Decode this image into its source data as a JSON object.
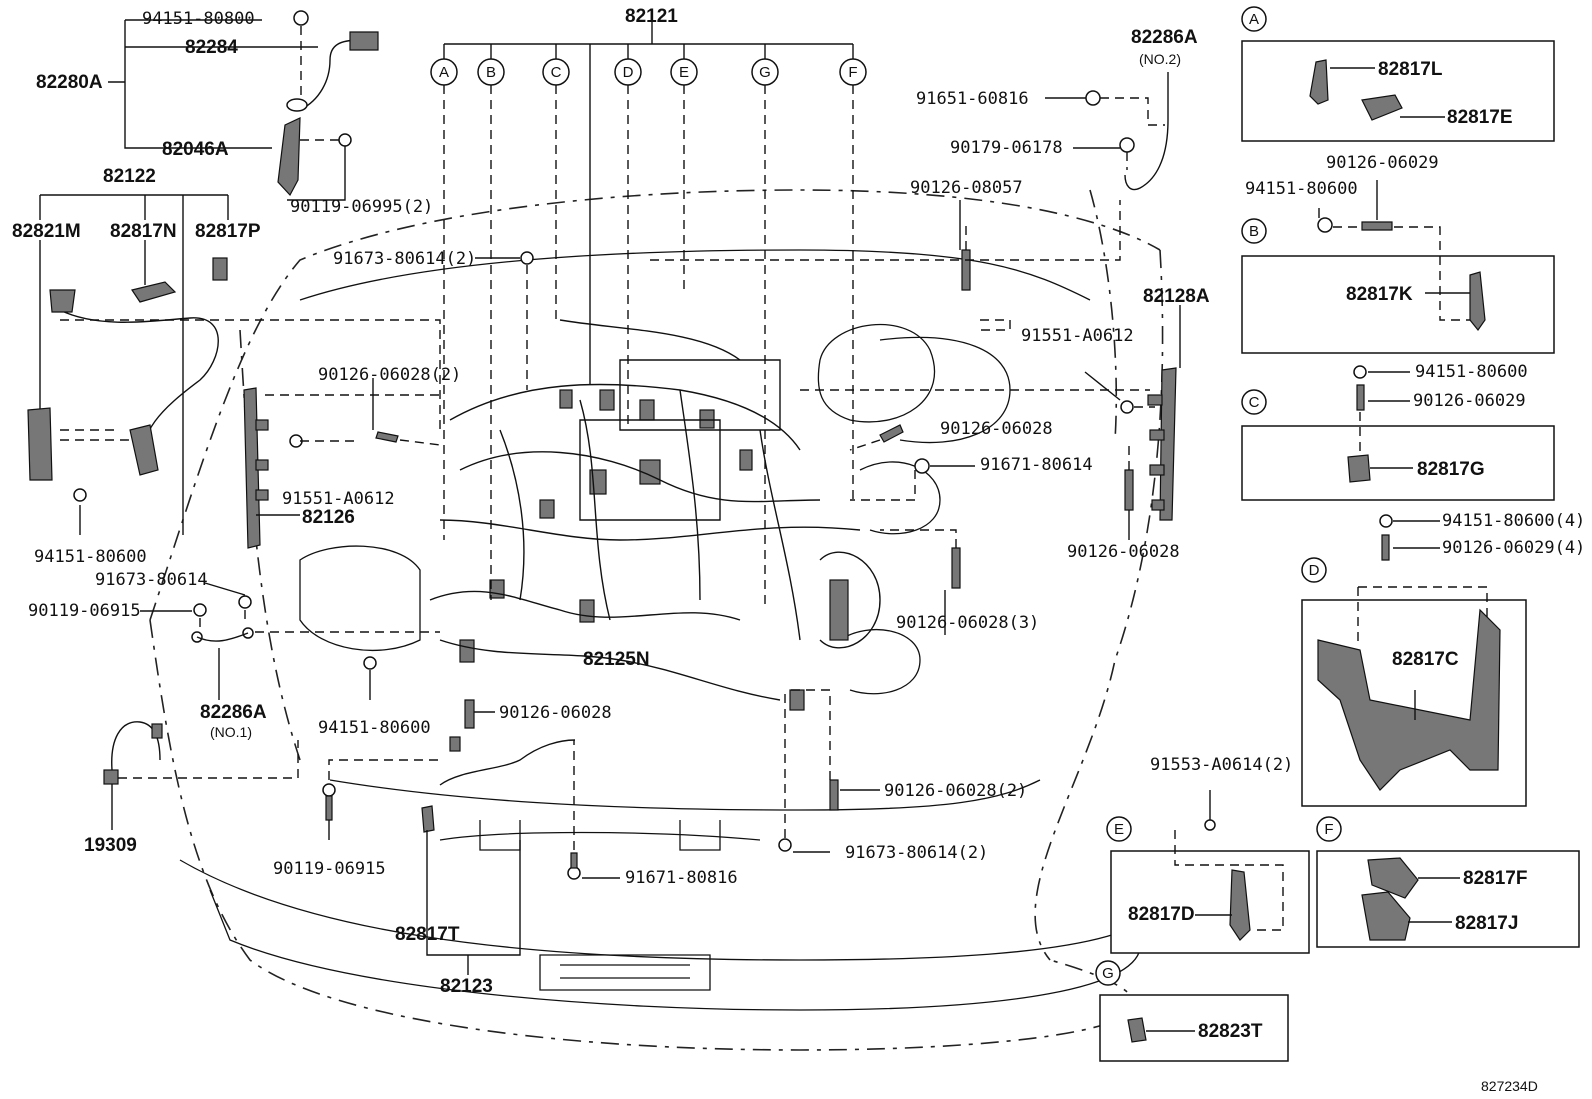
{
  "diagram_id": "827234D",
  "labels": {
    "l82121": "82121",
    "l94151_80800": "94151-80800",
    "l82284": "82284",
    "l82280A": "82280A",
    "l82046A": "82046A",
    "l90119_06995": "90119-06995(2)",
    "l82122": "82122",
    "l82821M": "82821M",
    "l82817N": "82817N",
    "l82817P": "82817P",
    "l91673_80614_2a": "91673-80614(2)",
    "l90126_06028_2a": "90126-06028(2)",
    "l91551_A0612a": "91551-A0612",
    "l82126": "82126",
    "l94151_80600a": "94151-80600",
    "l91673_80614": "91673-80614",
    "l90119_06915a": "90119-06915",
    "l82286A_no1": "82286A",
    "l_no1": "(NO.1)",
    "l19309": "19309",
    "l94151_80600b": "94151-80600",
    "l90126_06028a": "90126-06028",
    "l82125N": "82125N",
    "l90119_06915b": "90119-06915",
    "l82817T": "82817T",
    "l82123": "82123",
    "l91671_80816": "91671-80816",
    "l91673_80614_2b": "91673-80614(2)",
    "l90126_06028_2b": "90126-06028(2)",
    "l90126_06028_3": "90126-06028(3)",
    "l82286A_no2": "82286A",
    "l_no2": "(NO.2)",
    "l91651_60816": "91651-60816",
    "l90179_06178": "90179-06178",
    "l90126_08057": "90126-08057",
    "l82128A": "82128A",
    "l91551_A0612b": "91551-A0612",
    "l90126_06028b": "90126-06028",
    "l91671_80614": "91671-80614",
    "l90126_06028c": "90126-06028",
    "l82817L": "82817L",
    "l82817E": "82817E",
    "l90126_06029a": "90126-06029",
    "l94151_80600c": "94151-80600",
    "l82817K": "82817K",
    "l94151_80600d": "94151-80600",
    "l90126_06029b": "90126-06029",
    "l82817G": "82817G",
    "l94151_80600_4": "94151-80600(4)",
    "l90126_06029_4": "90126-06029(4)",
    "l82817C": "82817C",
    "l91553_A0614": "91553-A0614(2)",
    "l82817D": "82817D",
    "l82817F": "82817F",
    "l82817J": "82817J",
    "l82823T": "82823T"
  },
  "callouts": [
    "A",
    "B",
    "C",
    "D",
    "E",
    "F",
    "G"
  ]
}
